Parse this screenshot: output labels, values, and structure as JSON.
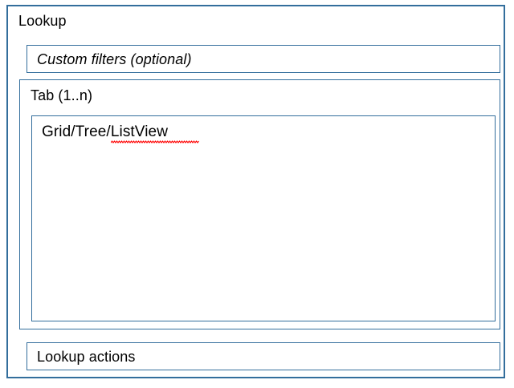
{
  "frame": {
    "title": "Lookup",
    "border_color": "#336E9C",
    "background": "#FFFFFF"
  },
  "filters": {
    "label": "Custom filters (optional)",
    "style": "italic"
  },
  "tab": {
    "label": "Tab (1..n)"
  },
  "grid": {
    "label_prefix": "Grid/Tree/",
    "label_misspelled_word": "ListView",
    "full_label": "Grid/Tree/ListView",
    "spellcheck_underline_color": "#FF0000"
  },
  "actions": {
    "label": "Lookup actions"
  }
}
